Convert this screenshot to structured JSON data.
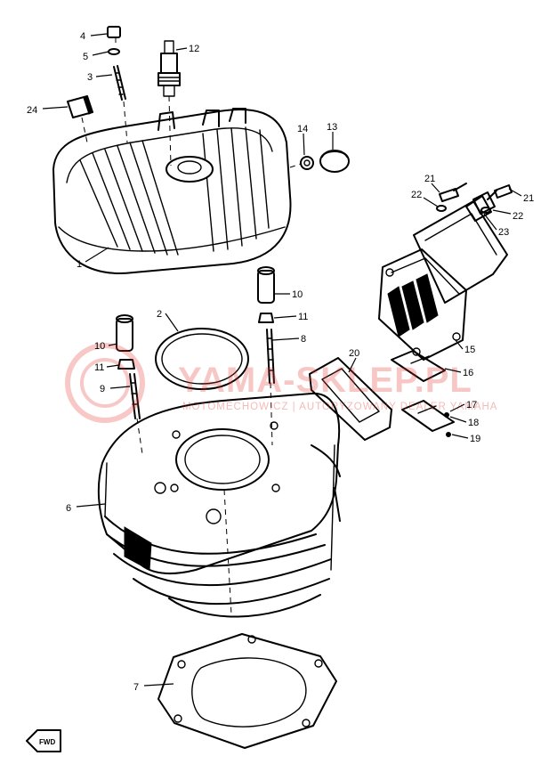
{
  "diagram": {
    "callouts": [
      {
        "id": "c1",
        "text": "1"
      },
      {
        "id": "c2",
        "text": "2"
      },
      {
        "id": "c3",
        "text": "3"
      },
      {
        "id": "c4",
        "text": "4"
      },
      {
        "id": "c5",
        "text": "5"
      },
      {
        "id": "c6",
        "text": "6"
      },
      {
        "id": "c7",
        "text": "7"
      },
      {
        "id": "c8",
        "text": "8"
      },
      {
        "id": "c9",
        "text": "9"
      },
      {
        "id": "c10a",
        "text": "10"
      },
      {
        "id": "c10b",
        "text": "10"
      },
      {
        "id": "c11a",
        "text": "11"
      },
      {
        "id": "c11b",
        "text": "11"
      },
      {
        "id": "c12",
        "text": "12"
      },
      {
        "id": "c13",
        "text": "13"
      },
      {
        "id": "c14",
        "text": "14"
      },
      {
        "id": "c15",
        "text": "15"
      },
      {
        "id": "c16",
        "text": "16"
      },
      {
        "id": "c17",
        "text": "17"
      },
      {
        "id": "c18",
        "text": "18"
      },
      {
        "id": "c19",
        "text": "19"
      },
      {
        "id": "c20",
        "text": "20"
      },
      {
        "id": "c21a",
        "text": "21"
      },
      {
        "id": "c21b",
        "text": "21"
      },
      {
        "id": "c22a",
        "text": "22"
      },
      {
        "id": "c22b",
        "text": "22"
      },
      {
        "id": "c23",
        "text": "23"
      },
      {
        "id": "c24",
        "text": "24"
      }
    ],
    "front_marker": "FWD"
  },
  "watermark": {
    "main_text": "YAMA-SKLEP.PL",
    "sub_text": "MOTOMECHOWICZ | AUTORYZOWANY DEALER YAMAHA",
    "color": "#e53935"
  }
}
